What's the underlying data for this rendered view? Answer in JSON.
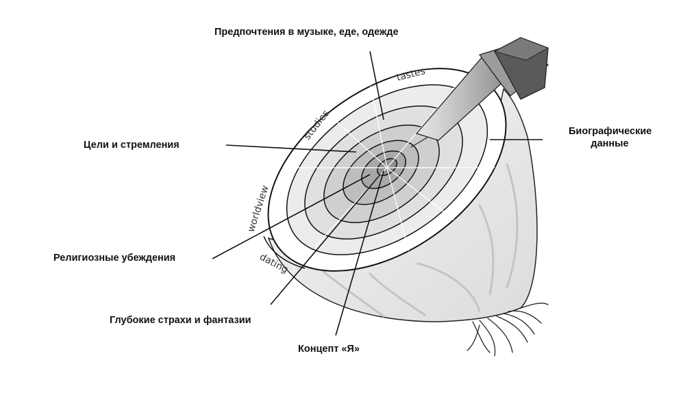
{
  "callouts": {
    "preferences": "Предпочтения  в музыке, еде, одежде",
    "goals": "Цели и стремления",
    "religion": "Религиозные убеждения",
    "fears": "Глубокие страхи и фантазии",
    "self_concept": "Концепт «Я»",
    "biography": "Биографические данные"
  },
  "ring_labels": {
    "tastes": "tastes",
    "studies": "studies",
    "worldview": "worldview",
    "dating": "dating"
  }
}
